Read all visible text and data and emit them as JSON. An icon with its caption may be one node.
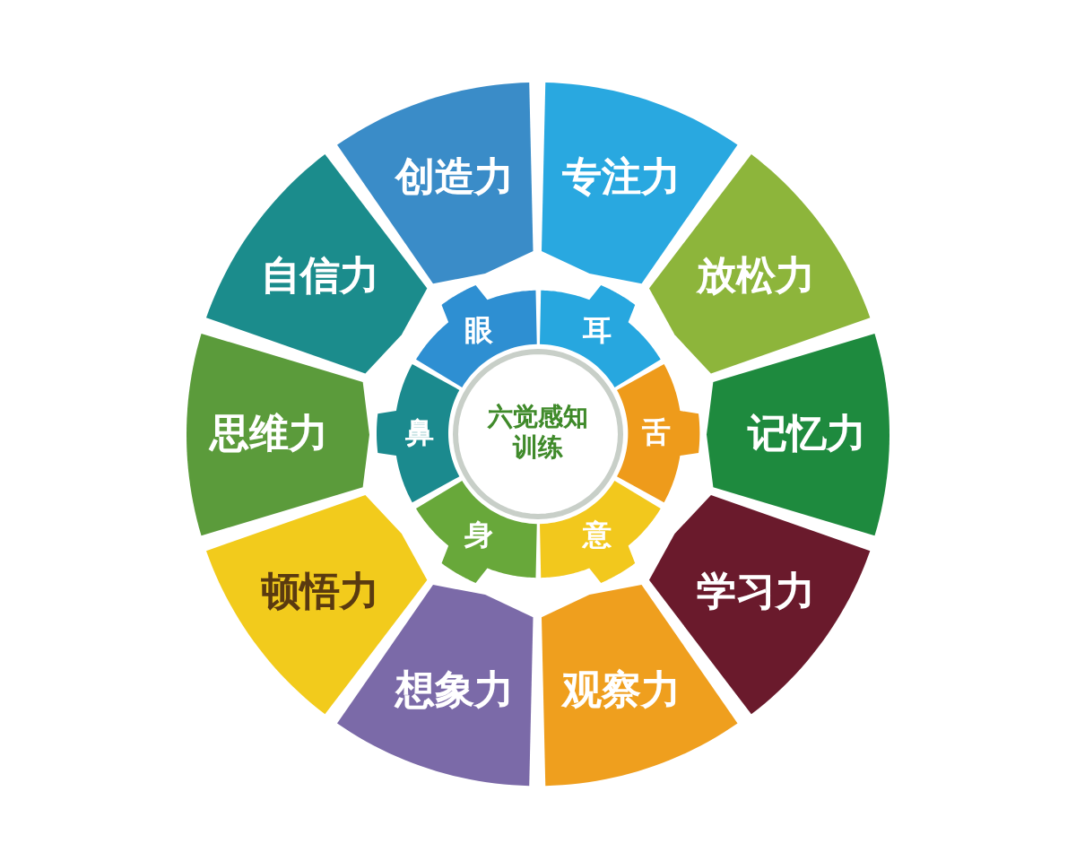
{
  "diagram": {
    "nodes": [
      {
        "text": [
          "六觉感知训练"
        ]
      },
      {
        "text": [
          "眼"
        ]
      },
      {
        "text": [
          "耳"
        ]
      },
      {
        "text": [
          "鼻"
        ]
      },
      {
        "text": [
          "舌"
        ]
      },
      {
        "text": [
          "身"
        ]
      },
      {
        "text": [
          "意"
        ]
      },
      {
        "text": [
          "创造力"
        ]
      },
      {
        "text": [
          "专注力"
        ]
      },
      {
        "text": [
          "自信力"
        ]
      },
      {
        "text": [
          "放松力"
        ]
      },
      {
        "text": [
          "思维力"
        ]
      },
      {
        "text": [
          "记忆力"
        ]
      },
      {
        "text": [
          "顿悟力"
        ]
      },
      {
        "text": [
          "学习力"
        ]
      },
      {
        "text": [
          "想象力"
        ]
      },
      {
        "text": [
          "观察力"
        ]
      }
    ]
  }
}
